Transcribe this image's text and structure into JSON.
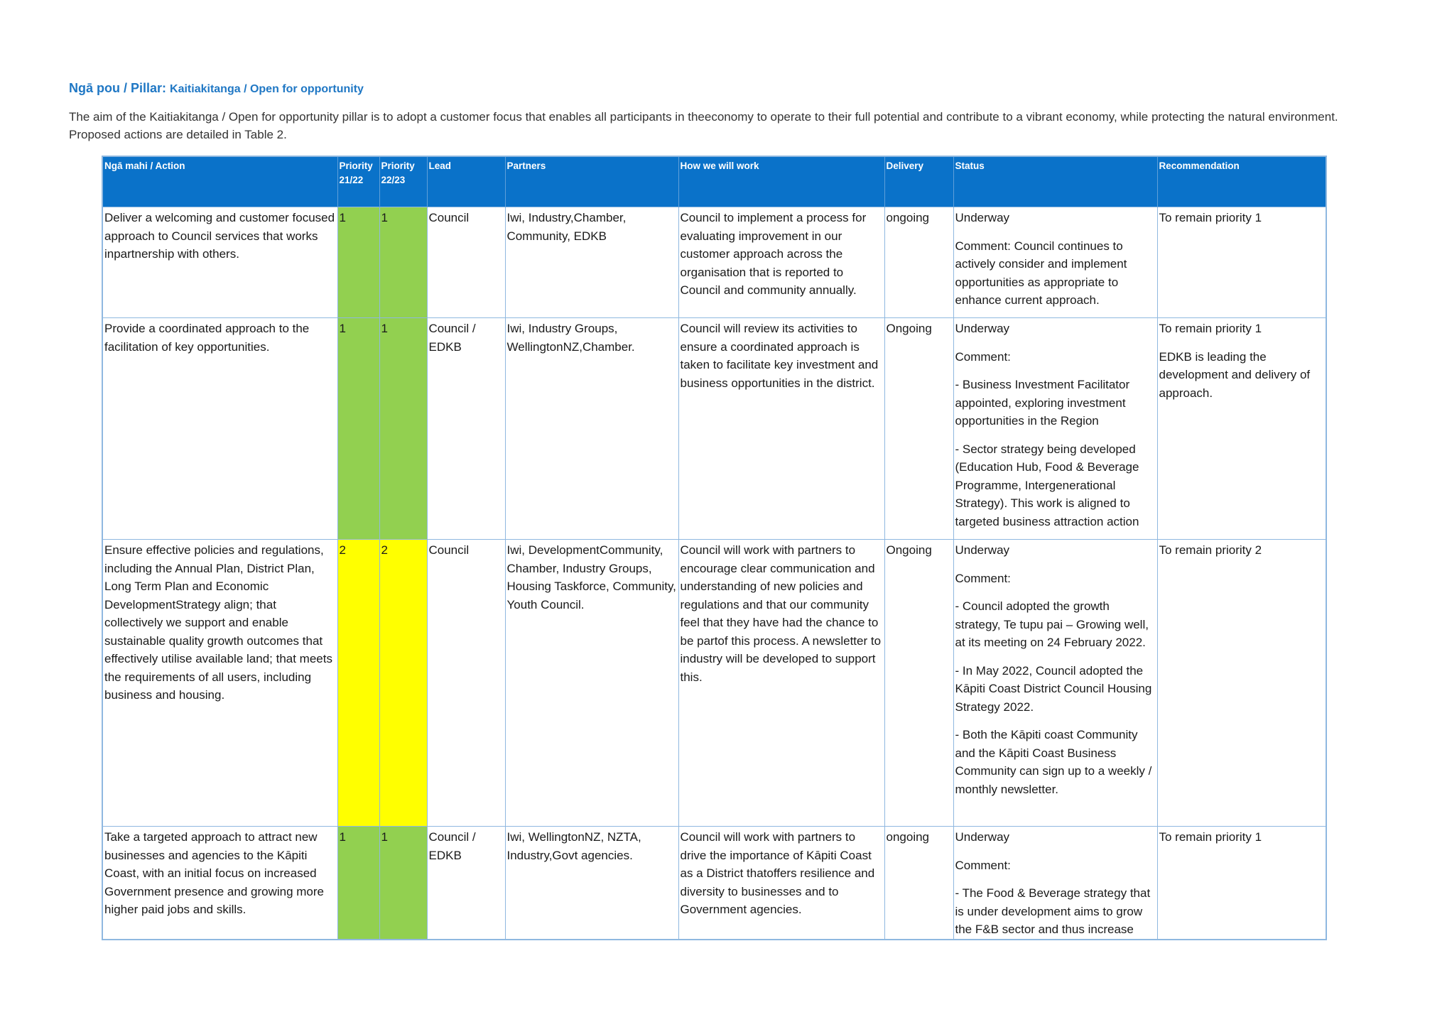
{
  "heading": {
    "main": "Ngā pou / Pillar:",
    "sub": "Kaitiakitanga / Open for opportunity"
  },
  "intro": "The aim of the Kaitiakitanga / Open for opportunity pillar is to adopt a customer focus that enables all participants in theeconomy to operate to their full potential and contribute to a vibrant economy, while protecting the natural environment. Proposed actions are detailed in Table 2.",
  "table": {
    "headers": {
      "action": "Ngā mahi / Action",
      "p2122": "Priority 21/22",
      "p2223": "Priority 22/23",
      "lead": "Lead",
      "partners": "Partners",
      "how": "How we will work",
      "delivery": "Delivery",
      "status": "Status",
      "recommendation": "Recommendation"
    },
    "priority_colors": {
      "1": "#92d050",
      "2": "#ffff00"
    },
    "rows": [
      {
        "action": "Deliver a welcoming and customer focused approach to Council services that works inpartnership with others.",
        "p2122": "1",
        "p2223": "1",
        "lead": "Council",
        "partners": "Iwi, Industry,Chamber, Community, EDKB",
        "how": "Council to implement a process for evaluating improvement in our customer approach across the organisation that is reported to Council and community annually.",
        "delivery": "ongoing",
        "status": [
          "Underway",
          "Comment: Council continues to actively consider and implement opportunities as appropriate to enhance current approach."
        ],
        "recommendation": [
          "To remain priority 1"
        ]
      },
      {
        "action": "Provide a coordinated approach to the facilitation of key opportunities.",
        "p2122": "1",
        "p2223": "1",
        "lead": "Council / EDKB",
        "partners": "Iwi, Industry Groups, WellingtonNZ,Chamber.",
        "how": "Council will review its activities to ensure a coordinated approach is taken to facilitate key investment and business opportunities in the district.",
        "delivery": "Ongoing",
        "status": [
          "Underway",
          "Comment:",
          "- Business Investment Facilitator appointed, exploring investment opportunities in the Region",
          "- Sector strategy being developed (Education Hub, Food & Beverage Programme, Intergenerational Strategy). This work is aligned to targeted business attraction action"
        ],
        "recommendation": [
          "To remain priority 1",
          "EDKB is leading the development and delivery of approach."
        ]
      },
      {
        "action": "Ensure effective policies and regulations, including the Annual Plan, District Plan, Long Term Plan and Economic DevelopmentStrategy align; that collectively we support and enable sustainable quality growth outcomes that effectively utilise available land; that meets the requirements of all users, including business and housing.",
        "p2122": "2",
        "p2223": "2",
        "lead": "Council",
        "partners": "Iwi, DevelopmentCommunity, Chamber, Industry Groups, Housing Taskforce, Community, Youth Council.",
        "how": "Council will work with partners to encourage clear communication and understanding of new policies and regulations and that our community feel that they have had the chance to be partof this process. A newsletter to industry will be developed to support this.",
        "delivery": "Ongoing",
        "status": [
          "Underway",
          "Comment:",
          "- Council adopted the growth strategy, Te tupu pai – Growing well, at its meeting on 24 February 2022.",
          "- In May 2022, Council adopted the Kāpiti Coast District Council Housing Strategy 2022.",
          "- Both the Kāpiti coast Community and the Kāpiti Coast Business Community can sign up to a weekly / monthly newsletter."
        ],
        "recommendation": [
          "To remain priority 2"
        ]
      },
      {
        "action": "Take a targeted approach to attract new businesses and agencies to the Kāpiti Coast, with an initial focus on increased Government presence and growing more higher paid jobs and skills.",
        "p2122": "1",
        "p2223": "1",
        "lead": "Council / EDKB",
        "partners": "Iwi, WellingtonNZ, NZTA, Industry,Govt agencies.",
        "how": "Council will work with partners to drive the importance of Kāpiti Coast as a District thatoffers resilience and diversity to businesses and to Government agencies.",
        "delivery": "ongoing",
        "status": [
          "Underway",
          "Comment:",
          "- The Food & Beverage strategy that is under development aims to grow the F&B sector and thus increase"
        ],
        "recommendation": [
          "To remain priority 1"
        ]
      }
    ]
  }
}
